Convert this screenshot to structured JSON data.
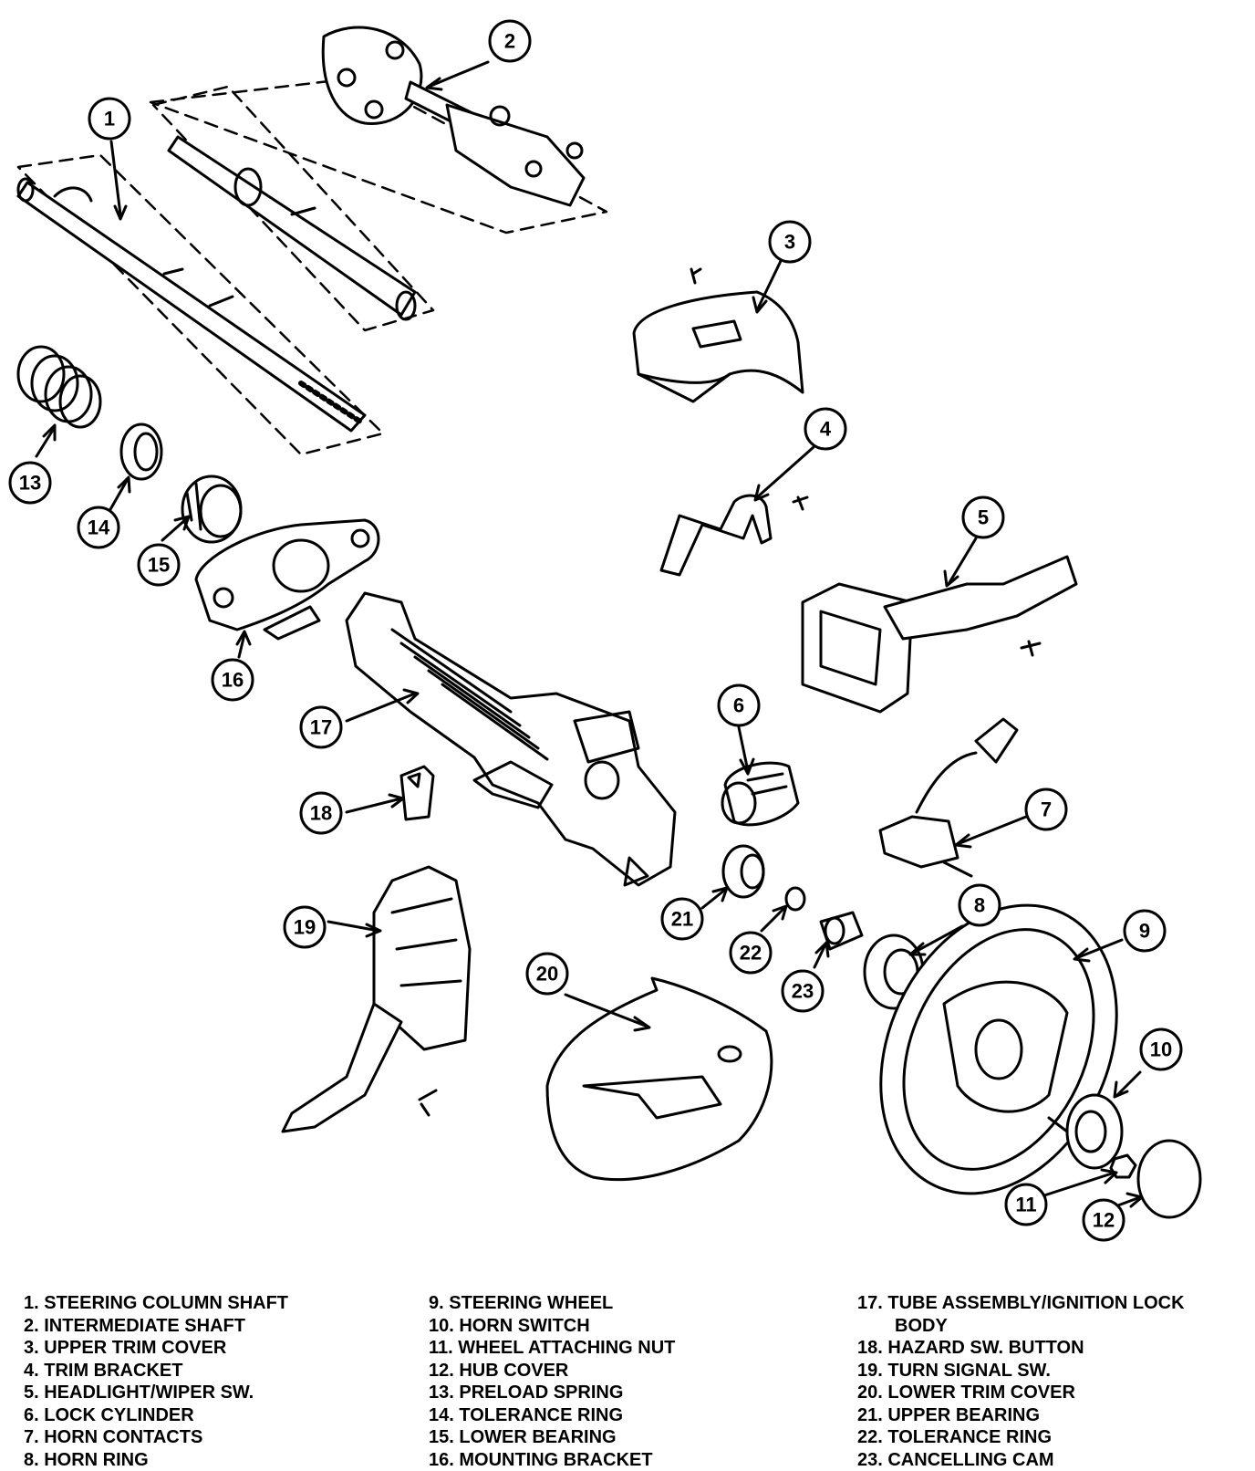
{
  "callouts": [
    "1",
    "2",
    "3",
    "4",
    "5",
    "6",
    "7",
    "8",
    "9",
    "10",
    "11",
    "12",
    "13",
    "14",
    "15",
    "16",
    "17",
    "18",
    "19",
    "20",
    "21",
    "22",
    "23"
  ],
  "legend": {
    "col1": [
      "1. STEERING COLUMN SHAFT",
      "2. INTERMEDIATE SHAFT",
      "3. UPPER TRIM COVER",
      "4. TRIM BRACKET",
      "5. HEADLIGHT/WIPER SW.",
      "6. LOCK CYLINDER",
      "7. HORN CONTACTS",
      "8. HORN RING"
    ],
    "col2": [
      "9. STEERING WHEEL",
      "10. HORN SWITCH",
      "11. WHEEL ATTACHING NUT",
      "12. HUB COVER",
      "13. PRELOAD SPRING",
      "14. TOLERANCE RING",
      "15. LOWER BEARING",
      "16. MOUNTING BRACKET"
    ],
    "col3": [
      "17. TUBE ASSEMBLY/IGNITION LOCK",
      "BODY",
      "18. HAZARD SW. BUTTON",
      "19. TURN SIGNAL SW.",
      "20. LOWER TRIM COVER",
      "21. UPPER BEARING",
      "22. TOLERANCE RING",
      "23. CANCELLING CAM"
    ]
  }
}
